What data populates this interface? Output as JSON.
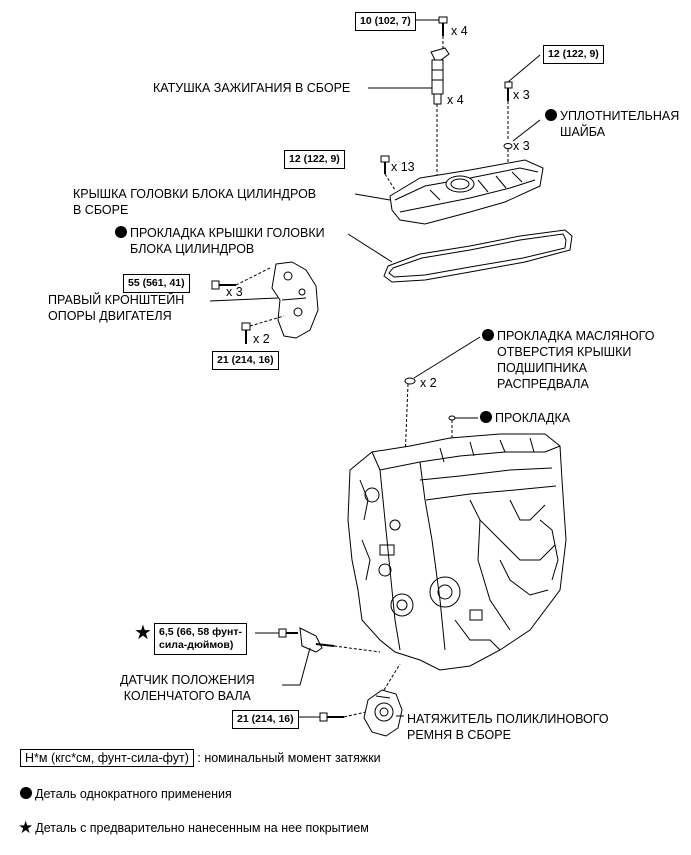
{
  "torques": {
    "t1": "10 (102, 7)",
    "t2": "12 (122, 9)",
    "t3": "12 (122, 9)",
    "t4": "55 (561, 41)",
    "t5": "21 (214, 16)",
    "t6_line1": "6,5 (66, 58 фунт-",
    "t6_line2": "сила-дюймов)",
    "t7": "21 (214, 16)"
  },
  "quantities": {
    "q1": "x 4",
    "q2": "x 4",
    "q3": "x 3",
    "q4": "x 3",
    "q5": "x 13",
    "q6": "x 3",
    "q7": "x 2",
    "q8": "x 2"
  },
  "parts": {
    "ignition_coil": "КАТУШКА ЗАЖИГАНИЯ В СБОРЕ",
    "seal_washer_l1": "УПЛОТНИТЕЛЬНАЯ",
    "seal_washer_l2": "ШАЙБА",
    "cover_l1": "КРЫШКА ГОЛОВКИ БЛОКА ЦИЛИНДРОВ",
    "cover_l2": "В СБОРЕ",
    "cover_gasket_l1": "ПРОКЛАДКА КРЫШКИ ГОЛОВКИ",
    "cover_gasket_l2": "БЛОКА ЦИЛИНДРОВ",
    "bracket_l1": "ПРАВЫЙ КРОНШТЕЙН",
    "bracket_l2": "ОПОРЫ ДВИГАТЕЛЯ",
    "oil_gasket_l1": "ПРОКЛАДКА МАСЛЯНОГО",
    "oil_gasket_l2": "ОТВЕРСТИЯ КРЫШКИ",
    "oil_gasket_l3": "ПОДШИПНИКА",
    "oil_gasket_l4": "РАСПРЕДВАЛА",
    "gasket": "ПРОКЛАДКА",
    "sensor_l1": "ДАТЧИК ПОЛОЖЕНИЯ",
    "sensor_l2": "КОЛЕНЧАТОГО ВАЛА",
    "tensioner_l1": "НАТЯЖИТЕЛЬ ПОЛИКЛИНОВОГО",
    "tensioner_l2": "РЕМНЯ В СБОРЕ"
  },
  "legend": {
    "unit_box": "Н*м (кгс*см, фунт-сила-фут)",
    "unit_text": ": номинальный момент затяжки",
    "single_use": "Деталь однократного применения",
    "precoated": "Деталь с предварительно нанесенным на нее покрытием"
  }
}
